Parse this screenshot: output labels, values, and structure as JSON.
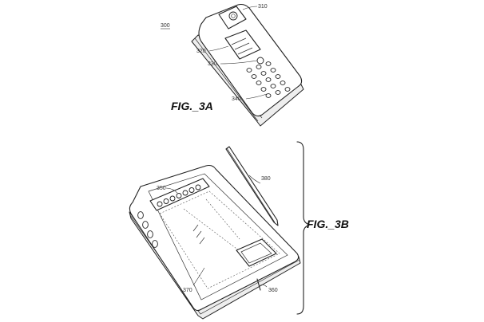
{
  "figures": {
    "fig_3a": {
      "label": "FIG._3A"
    },
    "fig_3b": {
      "label": "FIG._3B"
    }
  },
  "references": {
    "r300": "300",
    "r310": "310",
    "r320": "320",
    "r330": "330",
    "r340": "340",
    "r350": "350",
    "r360": "360",
    "r370": "370",
    "r380": "380"
  }
}
